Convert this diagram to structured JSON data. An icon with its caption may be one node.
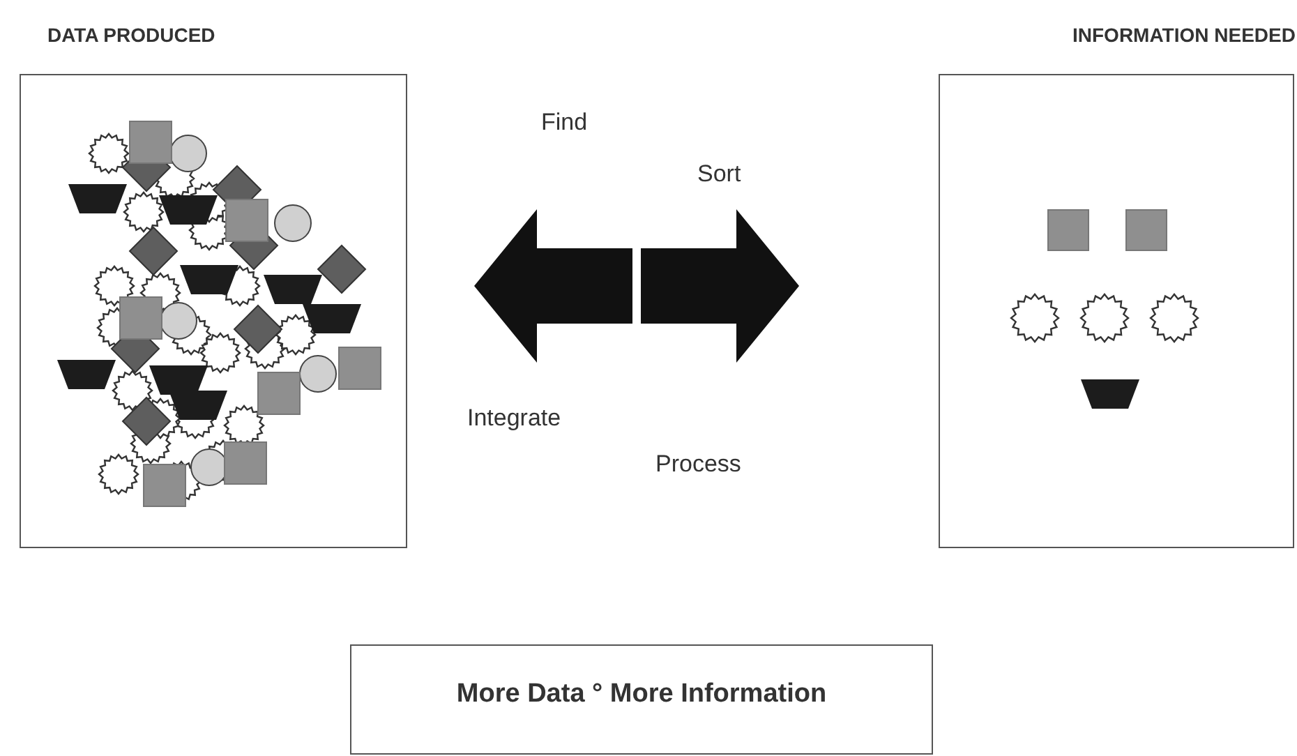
{
  "diagram": {
    "nodes": [
      {
        "text": [
          "DATA PRODUCED"
        ]
      },
      {
        "text": [
          "INFORMATION NEEDED"
        ]
      },
      {
        "text": [
          "More Data ° More Information"
        ]
      }
    ],
    "edges": [
      {
        "from": 0,
        "to": 1,
        "arrow": "both",
        "style": "thick"
      }
    ],
    "labels": [
      "Find",
      "Sort",
      "Integrate",
      "Process"
    ]
  }
}
